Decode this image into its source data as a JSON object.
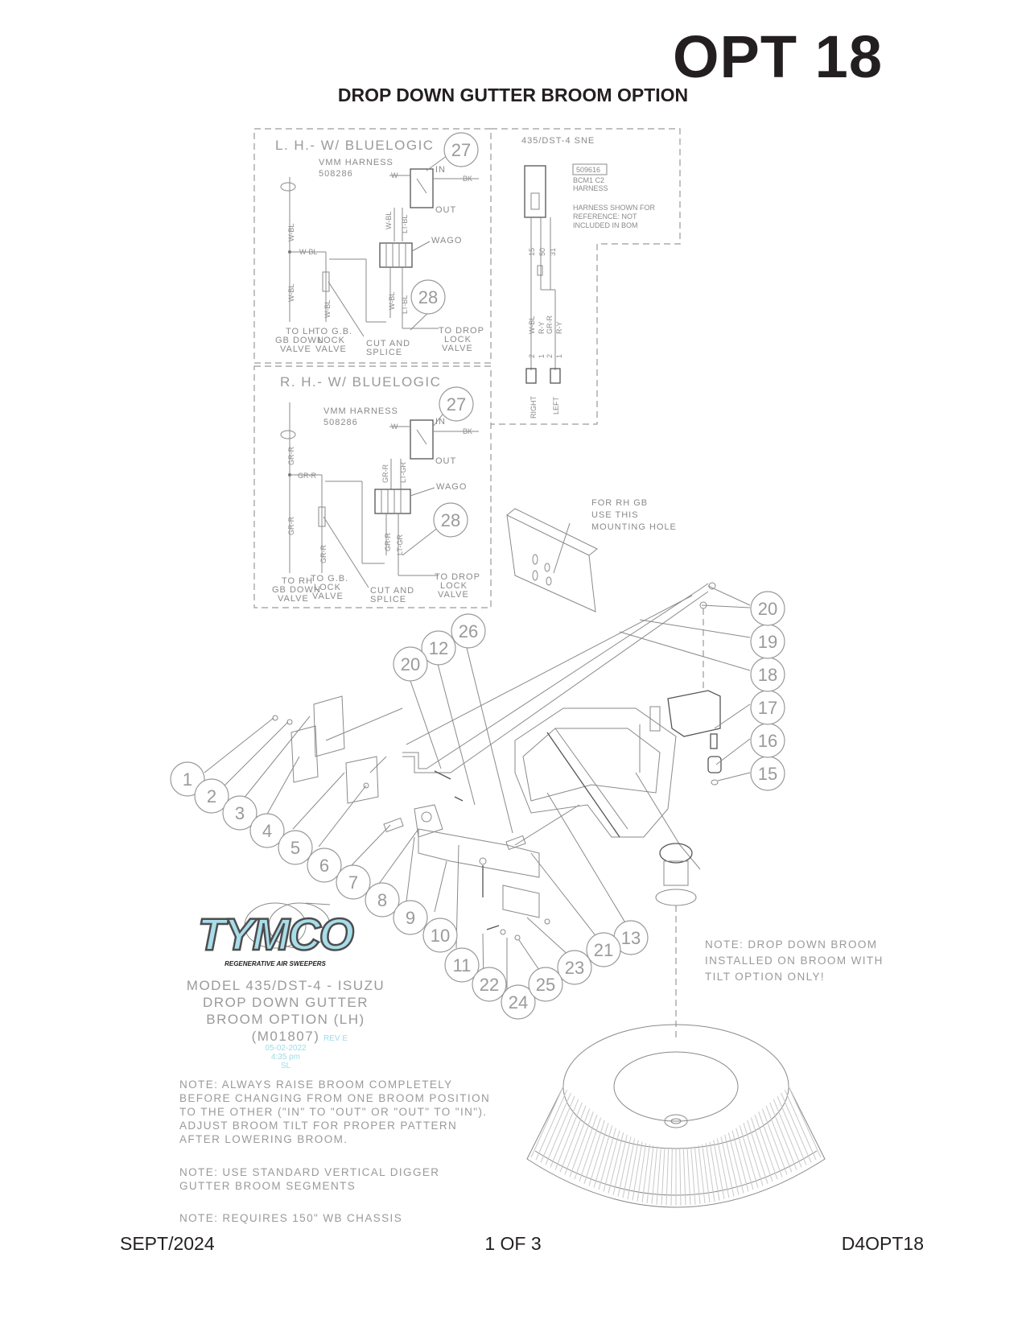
{
  "header": {
    "option_code": "OPT 18",
    "title": "DROP DOWN GUTTER BROOM OPTION"
  },
  "footer": {
    "date": "SEPT/2024",
    "page": "1 OF 3",
    "doc_code": "D4OPT18"
  },
  "schematic_lh": {
    "title": "L. H.- W/ BLUELOGIC",
    "harness": [
      "VMM HARNESS",
      "508286"
    ],
    "wago": "WAGO",
    "in": "IN",
    "out": "OUT",
    "wire_w": "W",
    "wire_bk": "BK",
    "cut": [
      "CUT AND",
      "SPLICE"
    ],
    "to_gb_down": [
      "TO LH",
      "GB DOWN",
      "VALVE"
    ],
    "to_gb_lock": [
      "TO G.B.",
      "LOCK",
      "VALVE"
    ],
    "to_drop": [
      "TO DROP",
      "LOCK",
      "VALVE"
    ],
    "wires": [
      "W-BL",
      "W-BL",
      "W-BL",
      "W-BL",
      "W-BL",
      "LT-BL",
      "W-BL",
      "LT-BL"
    ]
  },
  "schematic_rh": {
    "title": "R. H.- W/ BLUELOGIC",
    "harness": [
      "VMM HARNESS",
      "508286"
    ],
    "wago": "WAGO",
    "in": "IN",
    "out": "OUT",
    "wire_w": "W",
    "wire_bk": "BK",
    "cut": [
      "CUT AND",
      "SPLICE"
    ],
    "to_gb_down": [
      "TO RH",
      "GB DOWN",
      "VALVE"
    ],
    "to_gb_lock": [
      "TO G.B.",
      "LOCK",
      "VALVE"
    ],
    "to_drop": [
      "TO DROP",
      "LOCK",
      "VALVE"
    ],
    "wires": [
      "GR-R",
      "GR-R",
      "GR-R",
      "GR-R",
      "GR-R",
      "LT-GR",
      "GR-R",
      "LT-GR"
    ]
  },
  "sne_box": {
    "title": "435/DST-4 SNE",
    "part_no": "509616",
    "harness": [
      "BCM1 C2",
      "HARNESS"
    ],
    "note": [
      "HARNESS SHOWN FOR",
      "REFERENCE: NOT",
      "INCLUDED IN BOM"
    ],
    "pins": [
      "15",
      "50",
      "31"
    ],
    "wires": [
      "W-BL",
      "R-Y",
      "GR-R",
      "R-Y"
    ],
    "pin_nums": [
      "2",
      "1",
      "2",
      "1"
    ],
    "sides": [
      "RIGHT",
      "LEFT"
    ]
  },
  "mount_note": [
    "FOR RH GB",
    "USE THIS",
    "MOUNTING HOLE"
  ],
  "callouts": [
    "1",
    "2",
    "3",
    "4",
    "5",
    "6",
    "7",
    "8",
    "9",
    "10",
    "11",
    "12",
    "13",
    "15",
    "16",
    "17",
    "18",
    "19",
    "20",
    "20",
    "21",
    "22",
    "23",
    "24",
    "25",
    "26",
    "27",
    "27",
    "28",
    "28"
  ],
  "logo": {
    "brand": "TYMCO",
    "tagline": "REGENERATIVE AIR SWEEPERS"
  },
  "model_block": {
    "lines": [
      "MODEL 435/DST-4 - ISUZU",
      "DROP DOWN GUTTER",
      "BROOM OPTION (LH)",
      "(M01807)"
    ],
    "rev": "REV E",
    "stamp": [
      "05-02-2022",
      "4:35 pm",
      "SL"
    ]
  },
  "notes": {
    "tilt": [
      "NOTE:  DROP DOWN BROOM",
      "INSTALLED ON BROOM WITH",
      "TILT OPTION ONLY!"
    ],
    "raise": [
      "NOTE:  ALWAYS RAISE BROOM COMPLETELY",
      "BEFORE CHANGING FROM ONE BROOM POSITION",
      "TO THE OTHER (\"IN\" TO \"OUT\" OR \"OUT\" TO \"IN\").",
      "ADJUST BROOM TILT FOR PROPER PATTERN",
      "AFTER LOWERING BROOM."
    ],
    "segments": [
      "NOTE:  USE STANDARD VERTICAL DIGGER",
      "GUTTER BROOM SEGMENTS"
    ],
    "chassis": "NOTE:  REQUIRES 150\" WB CHASSIS"
  },
  "colors": {
    "logo_fill": "#a8dde9",
    "logo_outline": "#4d4d4d",
    "stamp_color": "#9ddbea",
    "line_color": "#9a9a9a"
  }
}
